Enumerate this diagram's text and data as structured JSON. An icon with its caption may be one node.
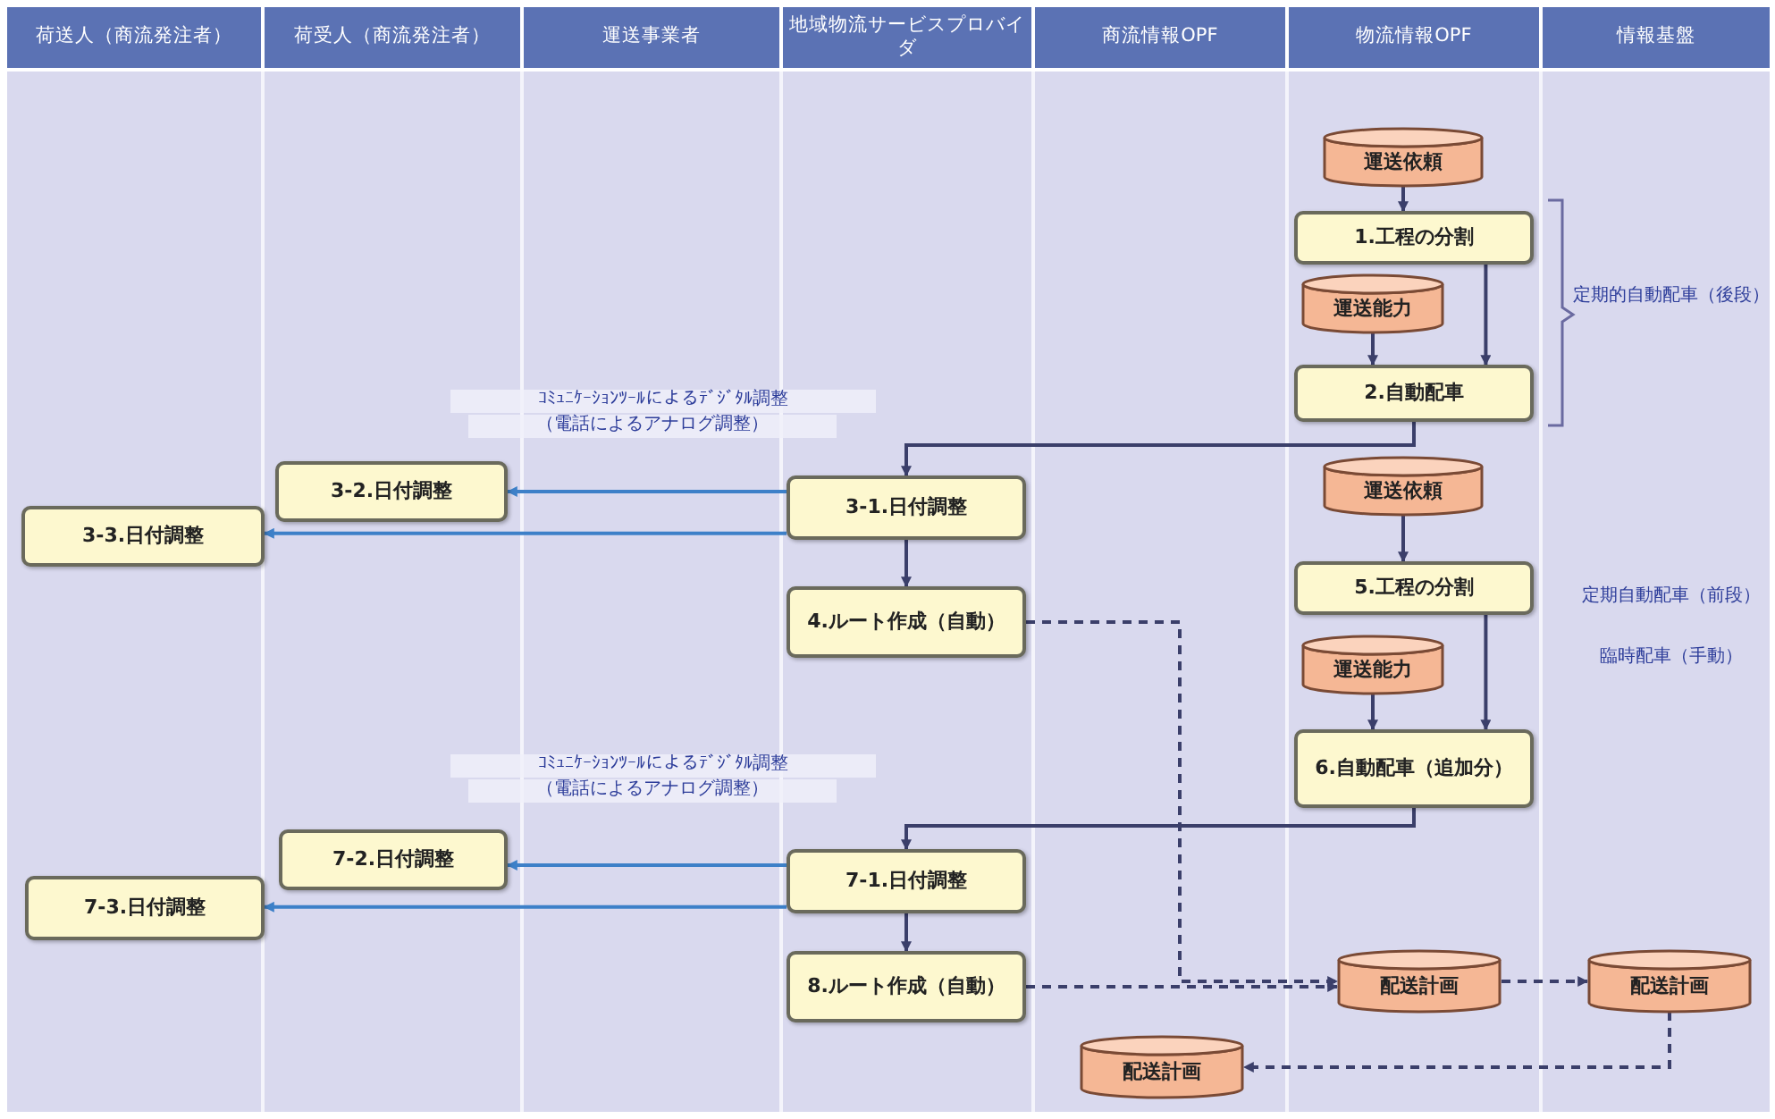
{
  "diagram": {
    "nodes": [
      {
        "text": [
          "荷送人（商流発注者）"
        ]
      },
      {
        "text": [
          "荷受人（商流発注者）"
        ]
      },
      {
        "text": [
          "運送事業者"
        ]
      },
      {
        "text": [
          "地域物流サービスプロバイダ"
        ]
      },
      {
        "text": [
          "商流情報OPF"
        ]
      },
      {
        "text": [
          "物流情報OPF"
        ]
      },
      {
        "text": [
          "情報基盤"
        ]
      },
      {
        "text": [
          "運送依頼"
        ]
      },
      {
        "text": [
          "1.工程の分割"
        ]
      },
      {
        "text": [
          "運送能力"
        ]
      },
      {
        "text": [
          "2.自動配車"
        ]
      },
      {
        "text": [
          "3-2.日付調整"
        ]
      },
      {
        "text": [
          "3-3.日付調整"
        ]
      },
      {
        "text": [
          "3-1.日付調整"
        ]
      },
      {
        "text": [
          "運送依頼"
        ]
      },
      {
        "text": [
          "4.ルート作成（自動）"
        ]
      },
      {
        "text": [
          "5.工程の分割"
        ]
      },
      {
        "text": [
          "運送能力"
        ]
      },
      {
        "text": [
          "6.自動配車（追加分）"
        ]
      },
      {
        "text": [
          "7-2.日付調整"
        ]
      },
      {
        "text": [
          "7-3.日付調整"
        ]
      },
      {
        "text": [
          "7-1.日付調整"
        ]
      },
      {
        "text": [
          "8.ルート作成（自動）"
        ]
      },
      {
        "text": [
          "配送計画"
        ]
      },
      {
        "text": [
          "配送計画"
        ]
      },
      {
        "text": [
          "配送計画"
        ]
      }
    ],
    "edges": [
      {
        "from": 7,
        "to": 8,
        "arrow": "to"
      },
      {
        "from": 8,
        "to": 10,
        "arrow": "to"
      },
      {
        "from": 9,
        "to": 10,
        "arrow": "to"
      },
      {
        "from": 10,
        "to": 13,
        "arrow": "to"
      },
      {
        "from": 13,
        "to": 11,
        "arrow": "to",
        "color": "#3d80c8"
      },
      {
        "from": 13,
        "to": 12,
        "arrow": "to",
        "color": "#3d80c8"
      },
      {
        "from": 13,
        "to": 15,
        "arrow": "to"
      },
      {
        "from": 14,
        "to": 16,
        "arrow": "to"
      },
      {
        "from": 16,
        "to": 18,
        "arrow": "to"
      },
      {
        "from": 17,
        "to": 18,
        "arrow": "to"
      },
      {
        "from": 18,
        "to": 21,
        "arrow": "to"
      },
      {
        "from": 21,
        "to": 19,
        "arrow": "to",
        "color": "#3d80c8"
      },
      {
        "from": 21,
        "to": 20,
        "arrow": "to",
        "color": "#3d80c8"
      },
      {
        "from": 21,
        "to": 22,
        "arrow": "to"
      },
      {
        "from": 15,
        "to": 23,
        "arrow": "to",
        "style": "dashed"
      },
      {
        "from": 22,
        "to": 23,
        "arrow": "to",
        "style": "dashed"
      },
      {
        "from": 23,
        "to": 24,
        "arrow": "to",
        "style": "dashed"
      },
      {
        "from": 24,
        "to": 25,
        "arrow": "to",
        "style": "dashed"
      }
    ],
    "labels": [
      "定期的自動配車（後段）",
      "ｺﾐｭﾆｹｰｼｮﾝﾂｰﾙによるﾃﾞｼﾞﾀﾙ調整",
      "（電話によるアナログ調整）",
      "定期自動配車（前段）",
      "臨時配車（手動）",
      "ｺﾐｭﾆｹｰｼｮﾝﾂｰﾙによるﾃﾞｼﾞﾀﾙ調整",
      "（電話によるアナログ調整）"
    ]
  }
}
